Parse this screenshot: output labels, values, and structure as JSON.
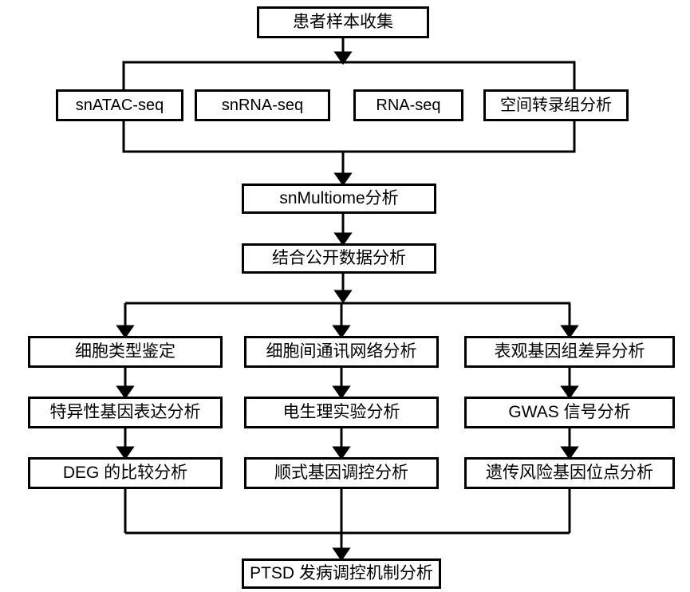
{
  "diagram": {
    "title": "PTSD multi-omics analysis workflow",
    "colors": {
      "background": "#ffffff",
      "node_border": "#000000",
      "node_fill": "#ffffff",
      "connector": "#000000",
      "text": "#000000"
    },
    "nodes": {
      "sample_collection": "患者样本收集",
      "assays": [
        "snATAC-seq",
        "snRNA-seq",
        "RNA-seq",
        "空间转录组分析"
      ],
      "multiome": "snMultiome分析",
      "public_data": "结合公开数据分析",
      "columns": [
        {
          "name": "cell-type-column",
          "steps": [
            "细胞类型鉴定",
            "特异性基因表达分析",
            "DEG 的比较分析"
          ]
        },
        {
          "name": "cell-communication-column",
          "steps": [
            "细胞间通讯网络分析",
            "电生理实验分析",
            "顺式基因调控分析"
          ]
        },
        {
          "name": "epigenome-column",
          "steps": [
            "表观基因组差异分析",
            "GWAS 信号分析",
            "遗传风险基因位点分析"
          ]
        }
      ],
      "conclusion": "PTSD 发病调控机制分析"
    }
  }
}
